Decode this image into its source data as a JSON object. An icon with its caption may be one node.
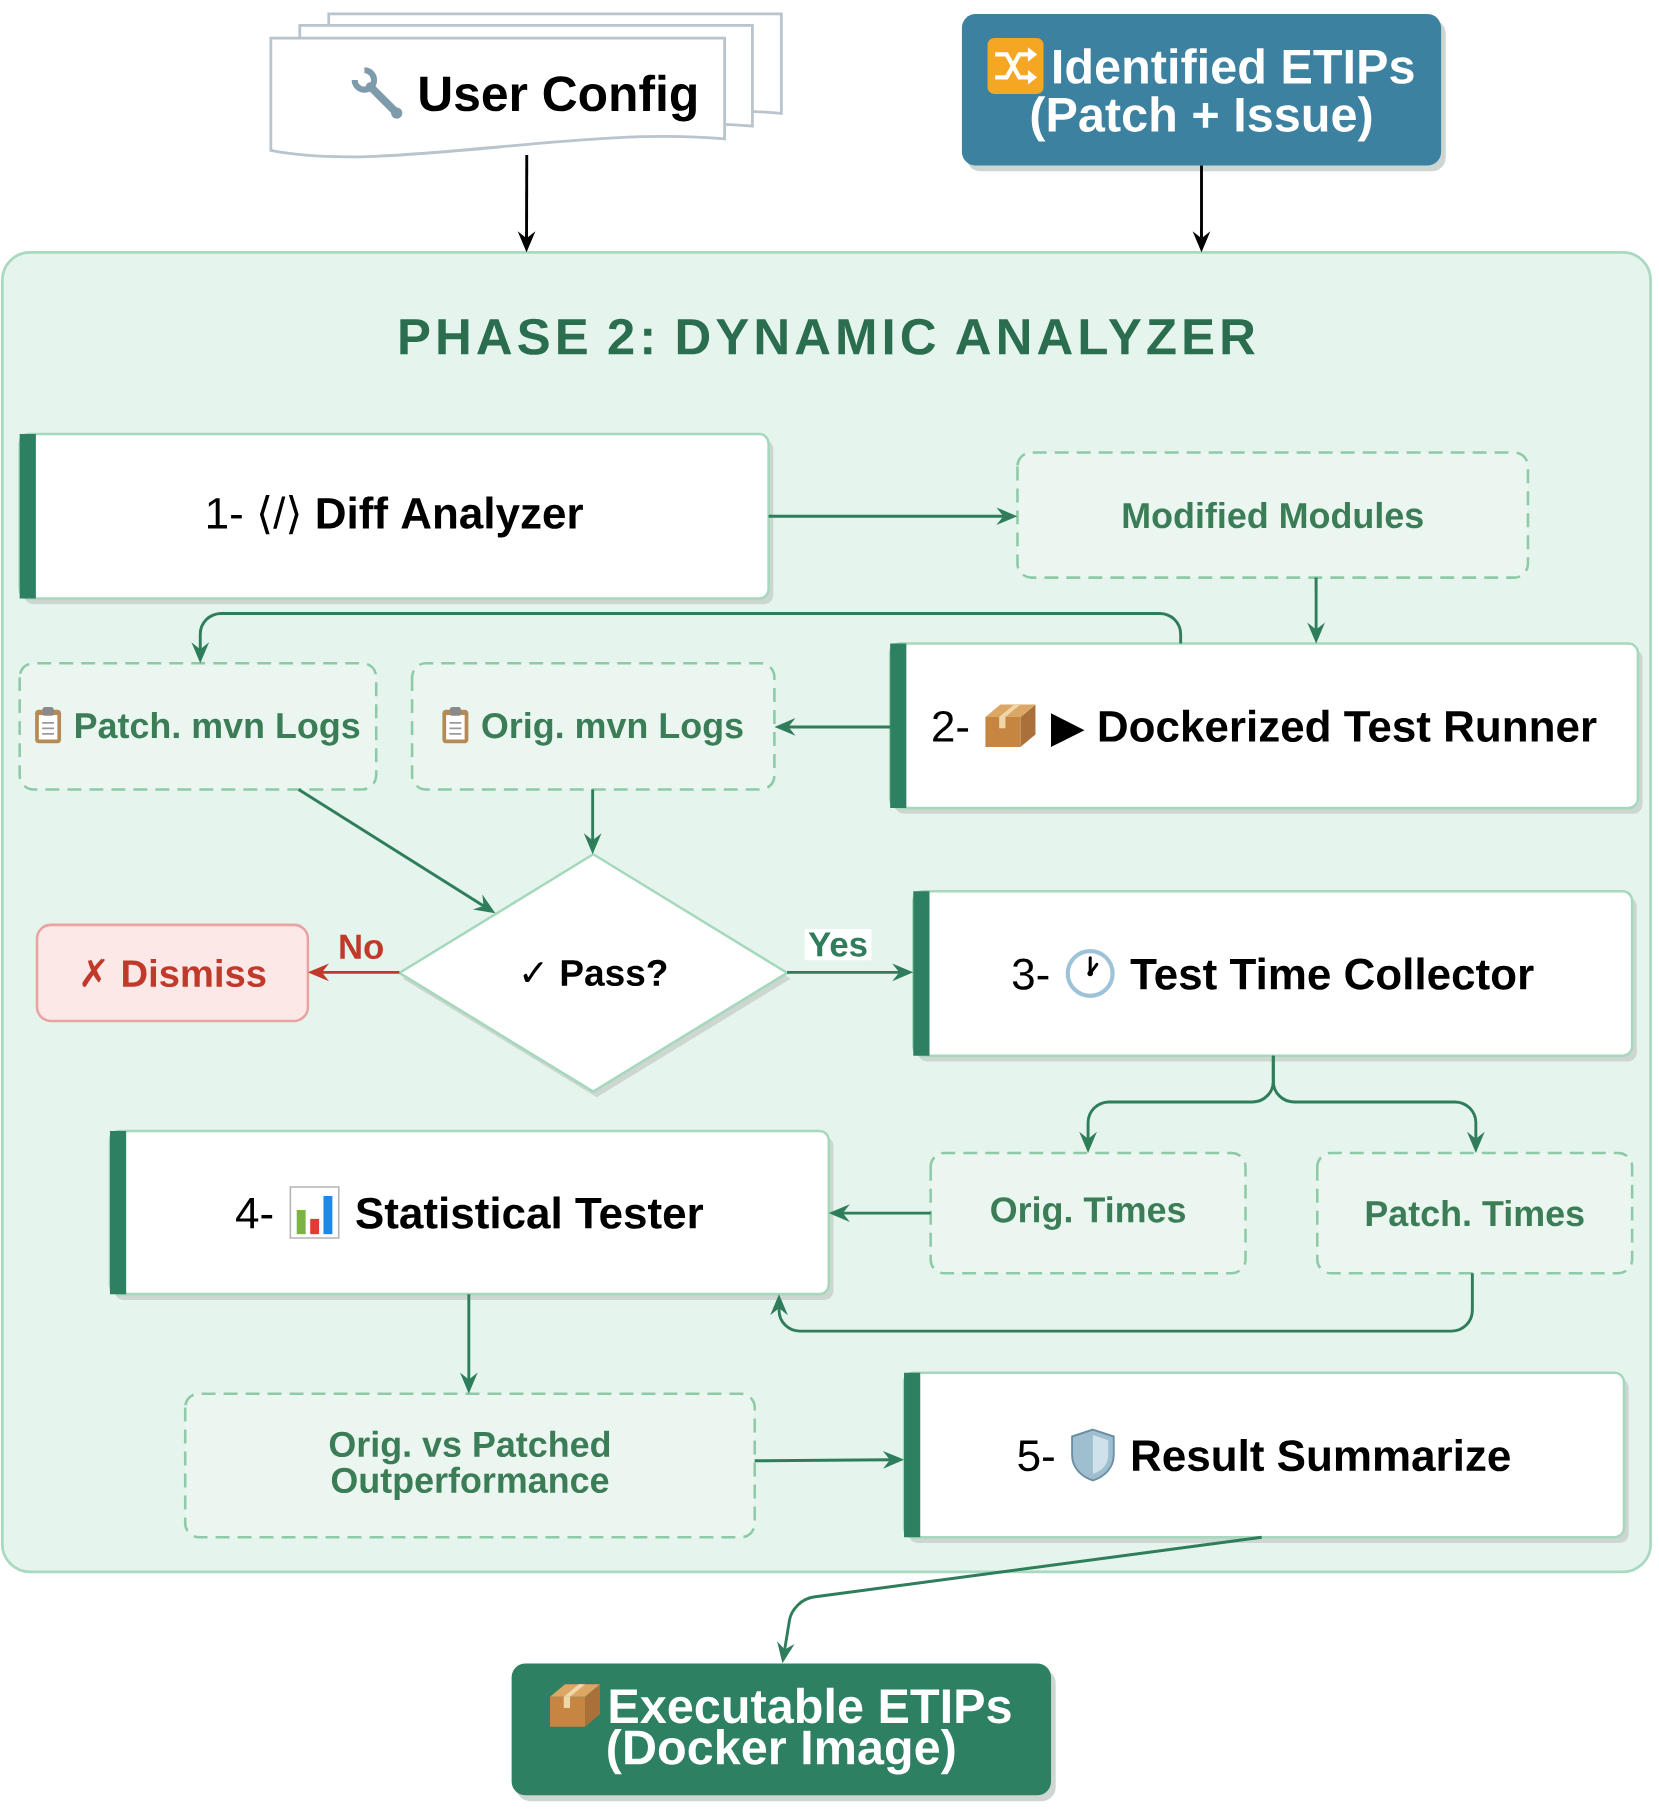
{
  "diagram": {
    "nodes": [
      {
        "text": [
          "User Config"
        ]
      },
      {
        "text": [
          "Identified ETIPs (Patch + Issue)"
        ]
      },
      {
        "text": [
          "PHASE 2: DYNAMIC ANALYZER"
        ]
      },
      {
        "text": [
          "1- ⟨/⟩",
          "Diff Analyzer"
        ],
        "in": 2
      },
      {
        "text": [
          "Modified Modules"
        ],
        "in": 2
      },
      {
        "text": [
          "Patch. mvn Logs"
        ],
        "in": 2
      },
      {
        "text": [
          "Orig. mvn Logs"
        ],
        "in": 2
      },
      {
        "text": [
          "2-",
          "▶ Dockerized Test Runner"
        ],
        "in": 2
      },
      {
        "text": [
          "✗ Dismiss"
        ],
        "in": 2
      },
      {
        "text": [
          "✓ Pass?"
        ],
        "in": 2
      },
      {
        "text": [
          "3-",
          "Test Time Collector"
        ],
        "in": 2
      },
      {
        "text": [
          "4-",
          "Statistical Tester"
        ],
        "in": 2
      },
      {
        "text": [
          "Orig. Times"
        ],
        "in": 2
      },
      {
        "text": [
          "Patch. Times"
        ],
        "in": 2
      },
      {
        "text": [
          "Orig. vs Patched Outperformance"
        ],
        "in": 2
      },
      {
        "text": [
          "5-",
          "Result Summarize"
        ],
        "in": 2
      },
      {
        "text": [
          "Executable ETIPs (Docker Image)"
        ]
      }
    ],
    "edges": [
      {
        "from": 0,
        "to": 2,
        "arrow": "to",
        "color": "#000000"
      },
      {
        "from": 1,
        "to": 2,
        "arrow": "to",
        "color": "#000000"
      },
      {
        "from": 3,
        "to": 4,
        "arrow": "to"
      },
      {
        "from": 4,
        "to": 7,
        "arrow": "to"
      },
      {
        "from": 7,
        "to": 5,
        "arrow": "to"
      },
      {
        "from": 7,
        "to": 6,
        "arrow": "to"
      },
      {
        "from": 5,
        "to": 9,
        "arrow": "to"
      },
      {
        "from": 6,
        "to": 9,
        "arrow": "to"
      },
      {
        "from": 9,
        "to": 8,
        "arrow": "to",
        "label": "No",
        "color": "#c0392b"
      },
      {
        "from": 9,
        "to": 10,
        "arrow": "to",
        "label": "Yes"
      },
      {
        "from": 10,
        "to": 12,
        "arrow": "to"
      },
      {
        "from": 10,
        "to": 13,
        "arrow": "to"
      },
      {
        "from": 12,
        "to": 11,
        "arrow": "to"
      },
      {
        "from": 13,
        "to": 11,
        "arrow": "to"
      },
      {
        "from": 11,
        "to": 14,
        "arrow": "to"
      },
      {
        "from": 14,
        "to": 15,
        "arrow": "to"
      },
      {
        "from": 15,
        "to": 16,
        "arrow": "to"
      }
    ]
  }
}
